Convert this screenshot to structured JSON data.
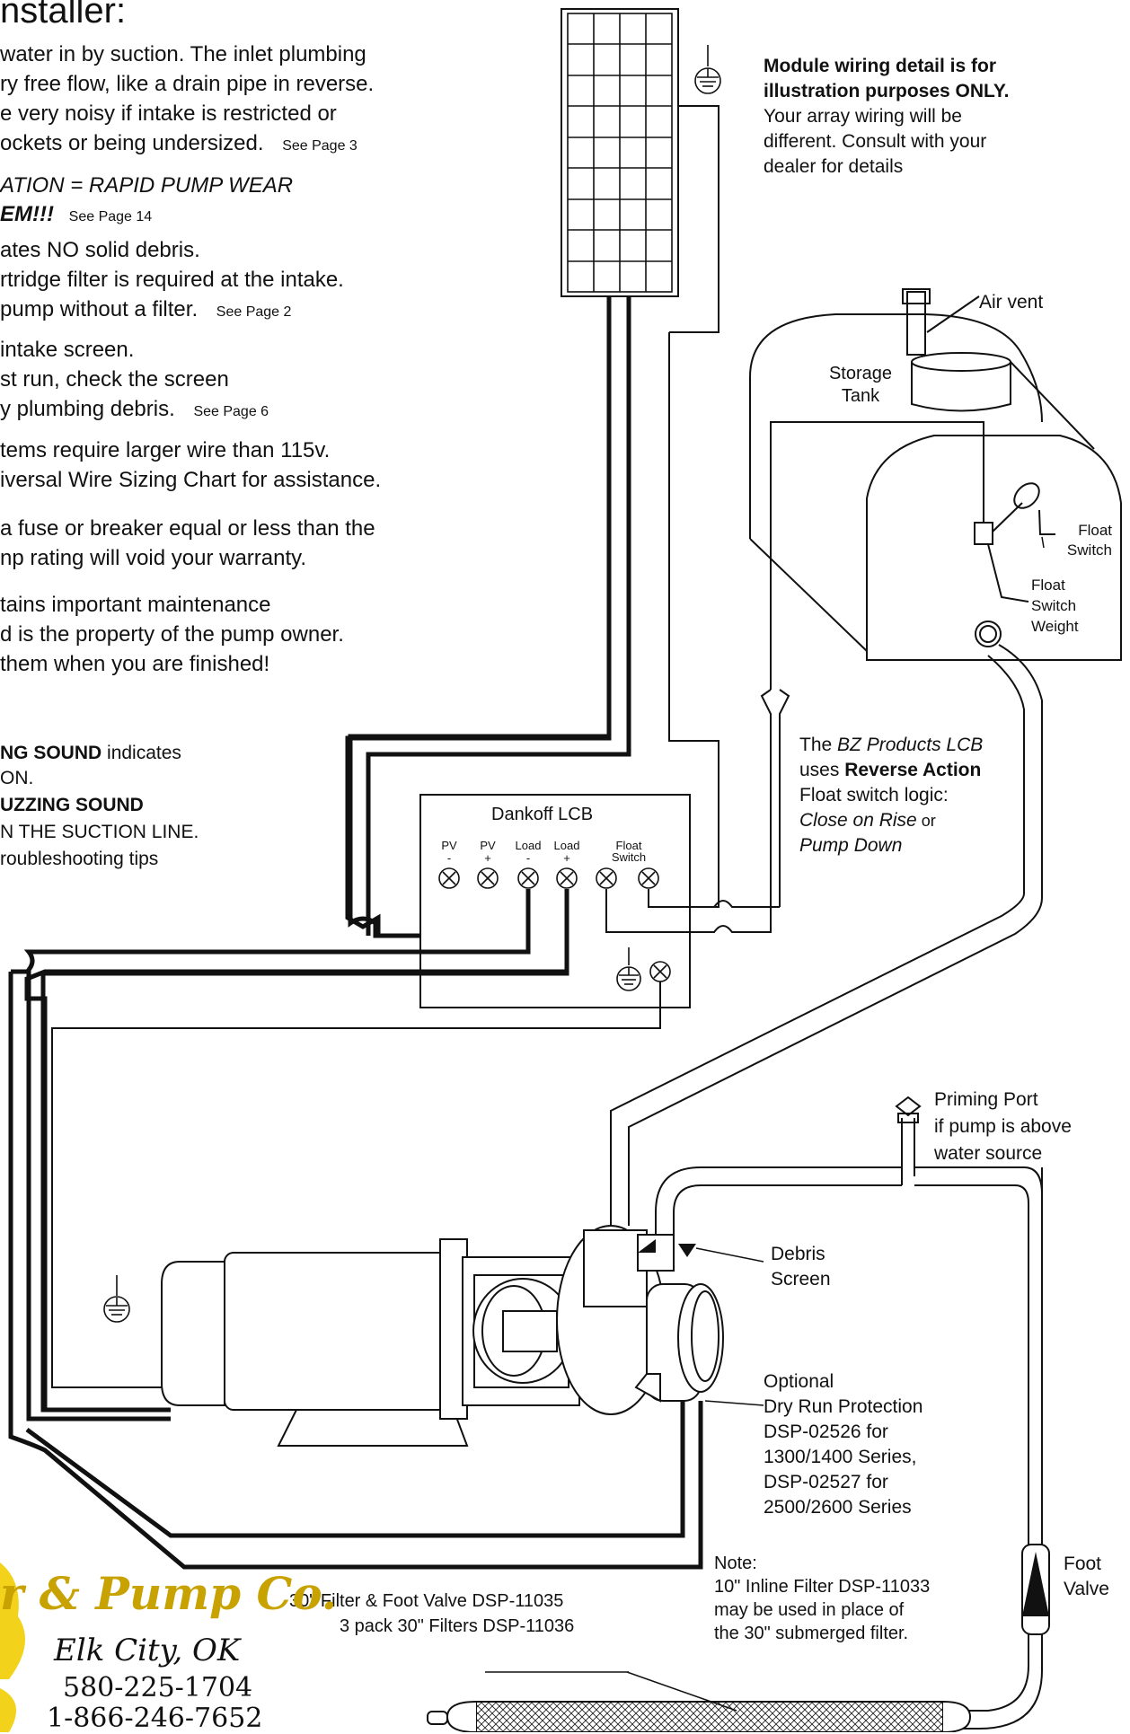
{
  "heading": "nstaller:",
  "notes": [
    {
      "text": "water in by suction.  The inlet plumbing"
    },
    {
      "text": "ry free flow, like a drain pipe in reverse."
    },
    {
      "text": "e very noisy if intake is restricted or"
    },
    {
      "text": "ockets or being undersized.",
      "ref": "See Page 3"
    },
    {
      "text": "ATION = RAPID PUMP WEAR"
    },
    {
      "text": "EM!!!",
      "ref": "See Page 14"
    },
    {
      "text": "ates NO solid debris."
    },
    {
      "text": "rtridge filter is required at the intake."
    },
    {
      "text": "pump without a filter.",
      "ref": "See Page 2"
    },
    {
      "text": "intake screen."
    },
    {
      "text": "st run, check the screen"
    },
    {
      "text": "y plumbing debris.",
      "ref": "See Page 6"
    },
    {
      "text": "tems require larger wire than 115v."
    },
    {
      "text": "iversal Wire Sizing Chart for assistance."
    },
    {
      "text": "a fuse or breaker equal or less than the"
    },
    {
      "text": "np rating will void your warranty."
    },
    {
      "text": "tains important maintenance"
    },
    {
      "text": "d is the property of the pump owner."
    },
    {
      "text": "them when you are finished!"
    }
  ],
  "sound": {
    "line1_bold": "NG SOUND",
    "line1_rest": "indicates",
    "line2": "ON.",
    "line3_bold": "UZZING SOUND",
    "line4": "N THE SUCTION LINE.",
    "line5": "roubleshooting tips"
  },
  "module_note": {
    "line1": "Module wiring detail is for",
    "line2": "illustration purposes ONLY.",
    "line3": "Your array wiring will be",
    "line4": "different.  Consult with your",
    "line5": "dealer for details"
  },
  "labels": {
    "air_vent": "Air vent",
    "storage_tank_1": "Storage",
    "storage_tank_2": "Tank",
    "float_switch_1": "Float",
    "float_switch_2": "Switch",
    "weight_1": "Float",
    "weight_2": "Switch",
    "weight_3": "Weight",
    "lcb_title": "Dankoff LCB",
    "terminal_pv_neg": "PV",
    "terminal_pv_neg_sign": "-",
    "terminal_pv_pos": "PV",
    "terminal_pv_pos_sign": "+",
    "terminal_load_neg": "Load",
    "terminal_load_neg_sign": "-",
    "terminal_load_pos": "Load",
    "terminal_load_pos_sign": "+",
    "terminal_float_1": "Float",
    "terminal_float_2": "Switch",
    "priming_1": "Priming Port",
    "priming_2": "if pump is above",
    "priming_3": "water source",
    "debris_1": "Debris",
    "debris_2": "Screen",
    "dry_1": "Optional",
    "dry_2": "Dry Run Protection",
    "dry_3": "DSP-02526  for",
    "dry_4": "1300/1400 Series,",
    "dry_5": "DSP-02527 for",
    "dry_6": "2500/2600 Series",
    "foot_1": "Foot",
    "foot_2": "Valve",
    "filter_1": "30\" Filter & Foot Valve DSP-11035",
    "filter_2": "3 pack 30\" Filters DSP-11036",
    "note_1": "Note:",
    "note_2": "10\" Inline Filter DSP-11033",
    "note_3": "may be used in place of",
    "note_4": "the 30\" submerged filter."
  },
  "lcb_note": {
    "line1_a": "The ",
    "line1_b": "BZ Products LCB",
    "line2_a": "uses ",
    "line2_b": "Reverse Action",
    "line3": "Float switch logic:",
    "line4_a": "Close on Rise",
    "line4_b": " or",
    "line5": "Pump Down"
  },
  "logo": {
    "name": "r & Pump Co.",
    "city": "Elk City, OK",
    "phone1": "580-225-1704",
    "phone2": "1-866-246-7652"
  },
  "colors": {
    "ink": "#111111",
    "logo_text": "#c8a200",
    "sun": "#f2d21b",
    "logo_sub": "#111111"
  }
}
